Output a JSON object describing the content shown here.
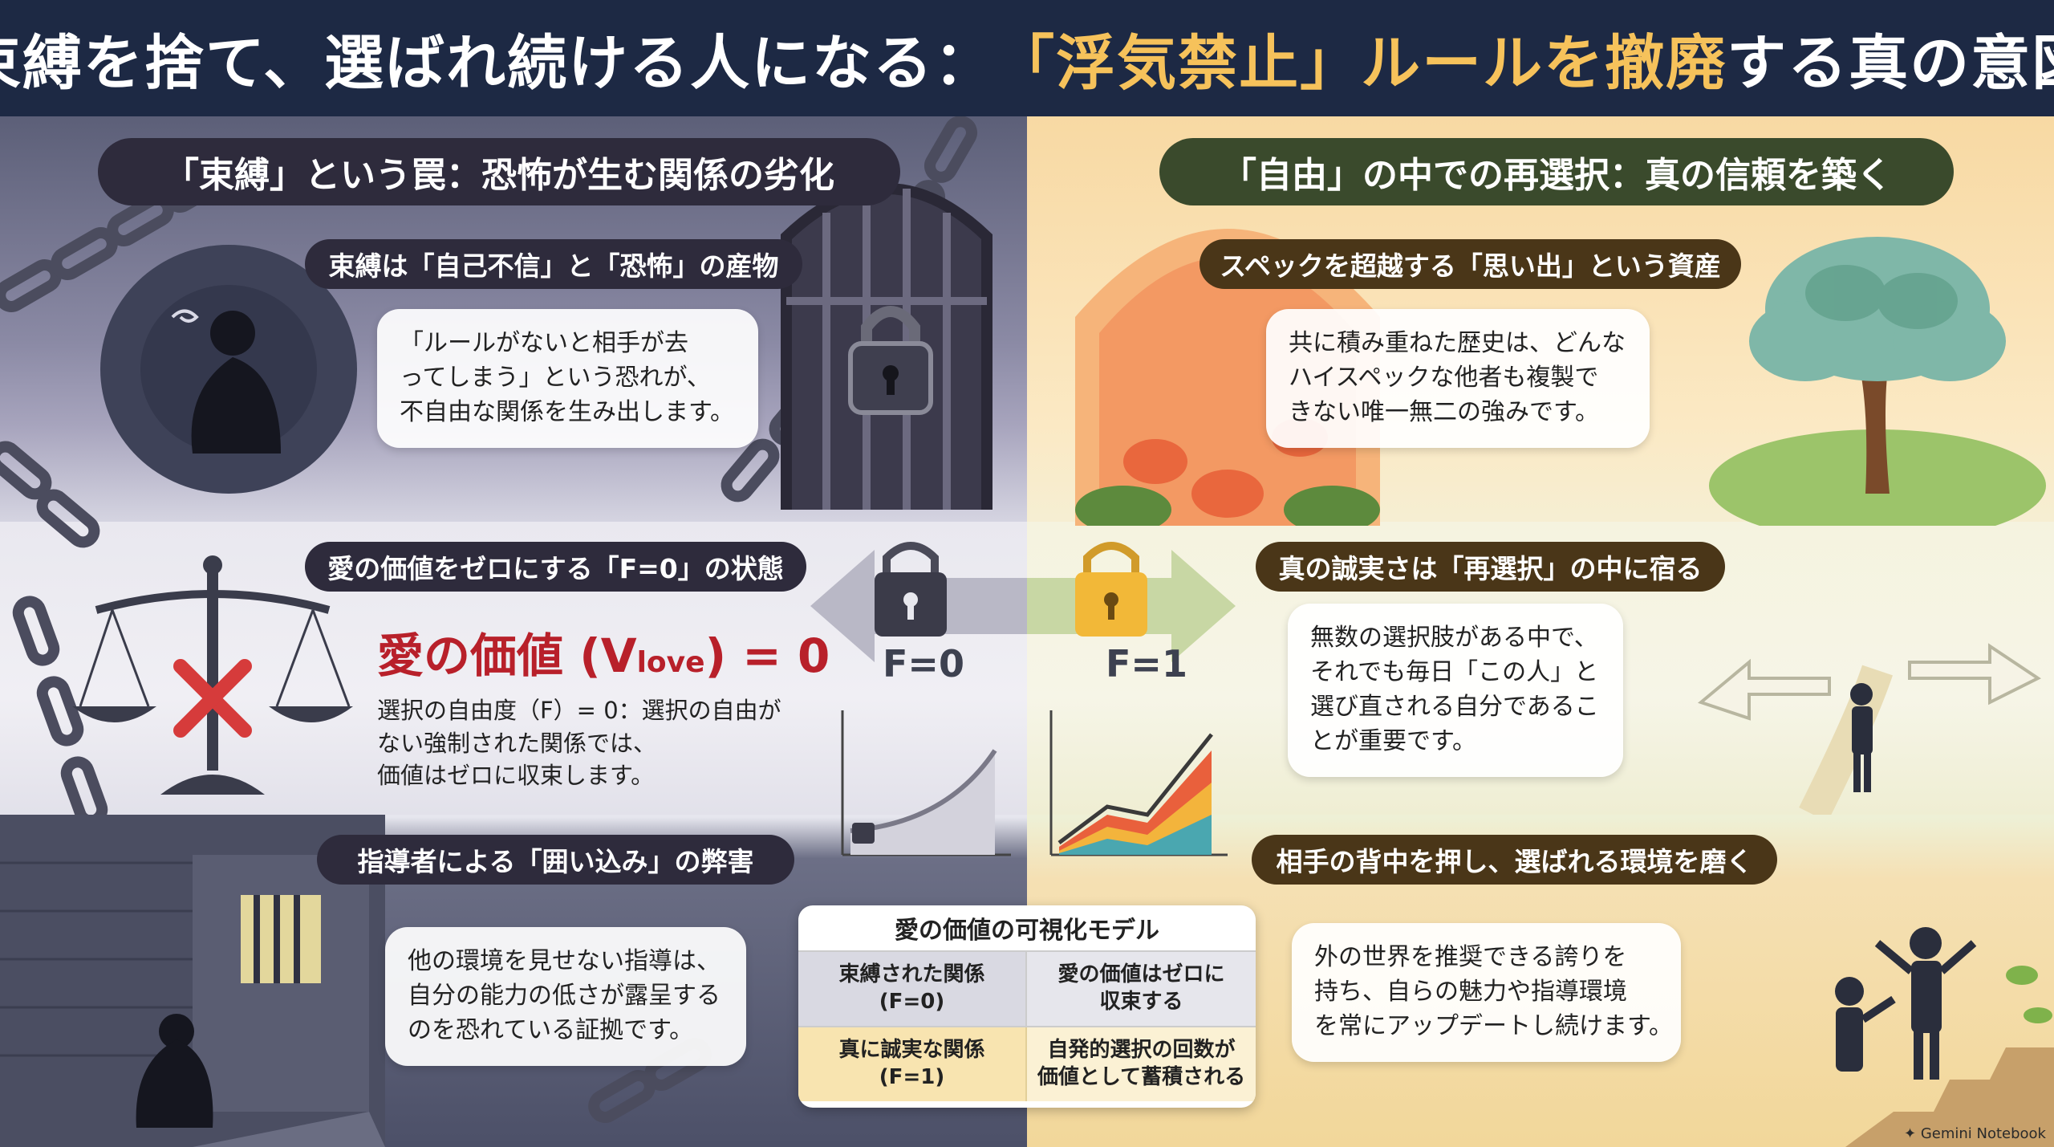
{
  "header": {
    "title_part1": "束縛を捨て、選ばれ続ける人になる：",
    "title_accent": "「浮気禁止」ルールを撤廃",
    "title_part2": "する真の意図"
  },
  "left": {
    "section_title": "「束縛」という罠：恐怖が生む関係の劣化",
    "block1": {
      "label": "束縛は「自己不信」と「恐怖」の産物",
      "text": [
        "「ルールがないと相手が去",
        "ってしまう」という恐れが、",
        "不自由な関係を生み出します。"
      ]
    },
    "block2": {
      "label": "愛の価値をゼロにする「F=0」の状態",
      "love_main": "愛の価値 (V",
      "love_sub": "love",
      "love_end": ") = 0",
      "text": [
        "選択の自由度（F）= 0：選択の自由が",
        "ない強制された関係では、",
        "価値はゼロに収束します。"
      ]
    },
    "block3": {
      "label": "指導者による「囲い込み」の弊害",
      "text": [
        "他の環境を見せない指導は、",
        "自分の能力の低さが露呈する",
        "のを恐れている証拠です。"
      ]
    }
  },
  "right": {
    "section_title": "「自由」の中での再選択：真の信頼を築く",
    "block1": {
      "label": "スペックを超越する「思い出」という資産",
      "text": [
        "共に積み重ねた歴史は、どんな",
        "ハイスペックな他者も複製で",
        "きない唯一無二の強みです。"
      ]
    },
    "block2": {
      "label": "真の誠実さは「再選択」の中に宿る",
      "text": [
        "無数の選択肢がある中で、",
        "それでも毎日「この人」と",
        "選び直される自分であるこ",
        "とが重要です。"
      ]
    },
    "block3": {
      "label": "相手の背中を押し、選ばれる環境を磨く",
      "text": [
        "外の世界を推奨できる誇りを",
        "持ち、自らの魅力や指導環境",
        "を常にアップデートし続けます。"
      ]
    }
  },
  "center": {
    "f0": "F=0",
    "f1": "F=1"
  },
  "model": {
    "title": "愛の価値の可視化モデル",
    "rows": [
      {
        "left": [
          "束縛された関係",
          "(F=0)"
        ],
        "right": [
          "愛の価値はゼロに",
          "収束する"
        ]
      },
      {
        "left": [
          "真に誠実な関係",
          "(F=1)"
        ],
        "right": [
          "自発的選択の回数が",
          "価値として蓄積される"
        ]
      }
    ]
  },
  "watermark": "Gemini Notebook",
  "colors": {
    "header_bg": "#1d2944",
    "header_accent": "#f6c25b",
    "love_red": "#b8202a"
  }
}
